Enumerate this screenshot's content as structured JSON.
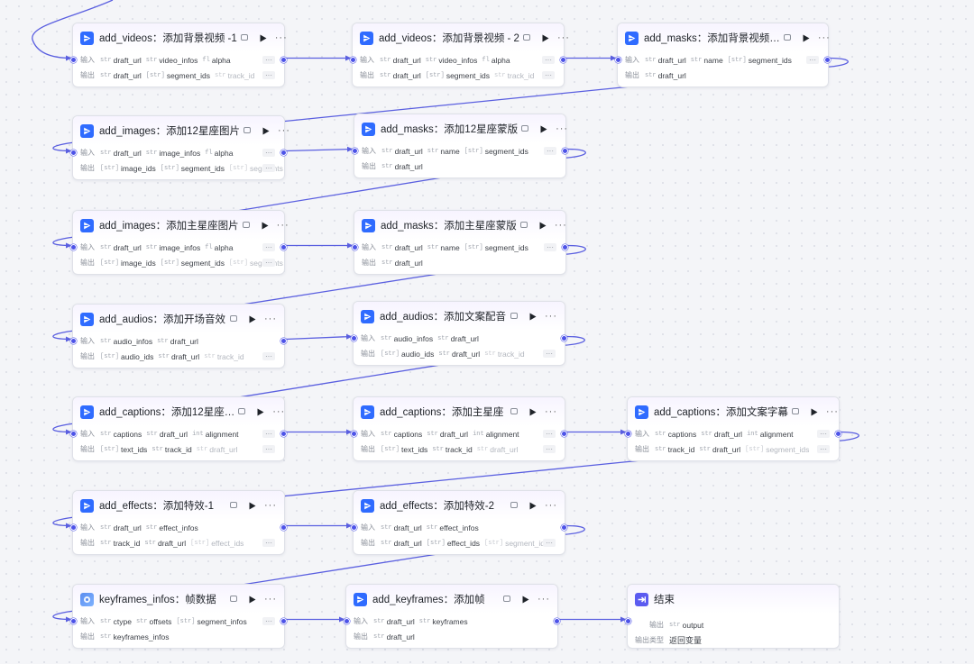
{
  "nodes": [
    {
      "title": "add_videos：添加背景视频 -1",
      "icon": "plugin",
      "inputs": [
        "str:draft_url",
        "str:video_infos",
        "fl:alpha"
      ],
      "outputs": [
        "str:draft_url",
        "[str]:segment_ids",
        "str:track_id"
      ]
    },
    {
      "title": "add_videos：添加背景视频 - 2",
      "icon": "plugin",
      "inputs": [
        "str:draft_url",
        "str:video_infos",
        "fl:alpha"
      ],
      "outputs": [
        "str:draft_url",
        "[str]:segment_ids",
        "str:track_id"
      ]
    },
    {
      "title": "add_masks：添加背景视频…",
      "icon": "plugin",
      "inputs": [
        "str:draft_url",
        "str:name",
        "[str]:segment_ids"
      ],
      "outputs": [
        "str:draft_url"
      ]
    },
    {
      "title": "add_images：添加12星座图片",
      "icon": "plugin",
      "inputs": [
        "str:draft_url",
        "str:image_infos",
        "fl:alpha"
      ],
      "outputs": [
        "[str]:image_ids",
        "[str]:segment_ids",
        "[str]:segments"
      ]
    },
    {
      "title": "add_masks：添加12星座蒙版",
      "icon": "plugin",
      "inputs": [
        "str:draft_url",
        "str:name",
        "[str]:segment_ids"
      ],
      "outputs": [
        "str:draft_url"
      ]
    },
    {
      "title": "add_images：添加主星座图片",
      "icon": "plugin",
      "inputs": [
        "str:draft_url",
        "str:image_infos",
        "fl:alpha"
      ],
      "outputs": [
        "[str]:image_ids",
        "[str]:segment_ids",
        "[str]:segments"
      ]
    },
    {
      "title": "add_masks：添加主星座蒙版",
      "icon": "plugin",
      "inputs": [
        "str:draft_url",
        "str:name",
        "[str]:segment_ids"
      ],
      "outputs": [
        "str:draft_url"
      ]
    },
    {
      "title": "add_audios：添加开场音效",
      "icon": "plugin",
      "inputs": [
        "str:audio_infos",
        "str:draft_url"
      ],
      "outputs": [
        "[str]:audio_ids",
        "str:draft_url",
        "str:track_id"
      ]
    },
    {
      "title": "add_audios：添加文案配音",
      "icon": "plugin",
      "inputs": [
        "str:audio_infos",
        "str:draft_url"
      ],
      "outputs": [
        "[str]:audio_ids",
        "str:draft_url",
        "str:track_id"
      ]
    },
    {
      "title": "add_captions：添加12星座…",
      "icon": "plugin",
      "inputs": [
        "str:captions",
        "str:draft_url",
        "int:alignment"
      ],
      "outputs": [
        "[str]:text_ids",
        "str:track_id",
        "str:draft_url"
      ]
    },
    {
      "title": "add_captions：添加主星座",
      "icon": "plugin",
      "inputs": [
        "str:captions",
        "str:draft_url",
        "int:alignment"
      ],
      "outputs": [
        "[str]:text_ids",
        "str:track_id",
        "str:draft_url"
      ]
    },
    {
      "title": "add_captions：添加文案字幕",
      "icon": "plugin",
      "inputs": [
        "str:captions",
        "str:draft_url",
        "int:alignment"
      ],
      "outputs": [
        "str:track_id",
        "str:draft_url",
        "[str]:segment_ids"
      ]
    },
    {
      "title": "add_effects：添加特效-1",
      "icon": "plugin",
      "inputs": [
        "str:draft_url",
        "str:effect_infos"
      ],
      "outputs": [
        "str:track_id",
        "str:draft_url",
        "[str]:effect_ids"
      ]
    },
    {
      "title": "add_effects：添加特效-2",
      "icon": "plugin",
      "inputs": [
        "str:draft_url",
        "str:effect_infos"
      ],
      "outputs": [
        "str:draft_url",
        "[str]:effect_ids",
        "[str]:segment_ids"
      ]
    },
    {
      "title": "keyframes_infos：帧数据",
      "icon": "code",
      "inputs": [
        "str:ctype",
        "str:offsets",
        "[str]:segment_infos"
      ],
      "outputs": [
        "str:keyframes_infos"
      ]
    },
    {
      "title": "add_keyframes：添加帧",
      "icon": "plugin",
      "inputs": [
        "str:draft_url",
        "str:keyframes"
      ],
      "outputs": [
        "str:draft_url"
      ]
    },
    {
      "title": "结束",
      "icon": "end",
      "end": true,
      "outputs": [
        "str:output"
      ],
      "output_type": "返回变量"
    }
  ],
  "labels": {
    "input": "输入",
    "output": "输出",
    "output_type": "输出类型",
    "more": "···"
  },
  "colors": {
    "wire": "#5a5fe0",
    "accent": "#2f6bff",
    "end_icon": "#5b5bf0"
  }
}
